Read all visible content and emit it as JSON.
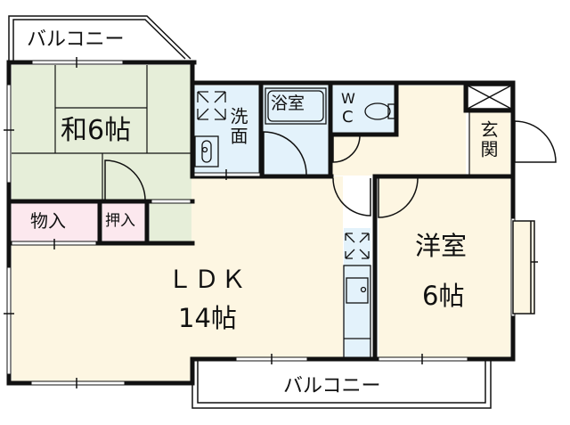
{
  "floor_plan": {
    "colors": {
      "tatami": "#e6eed9",
      "storage": "#fce8ee",
      "wet_area": "#e3f2fb",
      "flooring": "#fdf6e2",
      "wall": "#111111",
      "balcony": "#ffffff"
    },
    "rooms": {
      "japanese_room": {
        "label": "和6帖"
      },
      "storage_closet": {
        "label": "物入"
      },
      "oshiire_closet": {
        "label": "押入"
      },
      "washroom": {
        "label": "洗面"
      },
      "bathroom": {
        "label": "浴室"
      },
      "toilet": {
        "label_w": "W",
        "label_c": "C"
      },
      "entrance": {
        "label": "玄関"
      },
      "ldk": {
        "label": "ＬＤＫ",
        "size": "14帖"
      },
      "western_room": {
        "label": "洋室",
        "size": "6帖"
      }
    },
    "balconies": {
      "top": {
        "label": "バルコニー"
      },
      "bottom": {
        "label": "バルコニー"
      }
    }
  }
}
